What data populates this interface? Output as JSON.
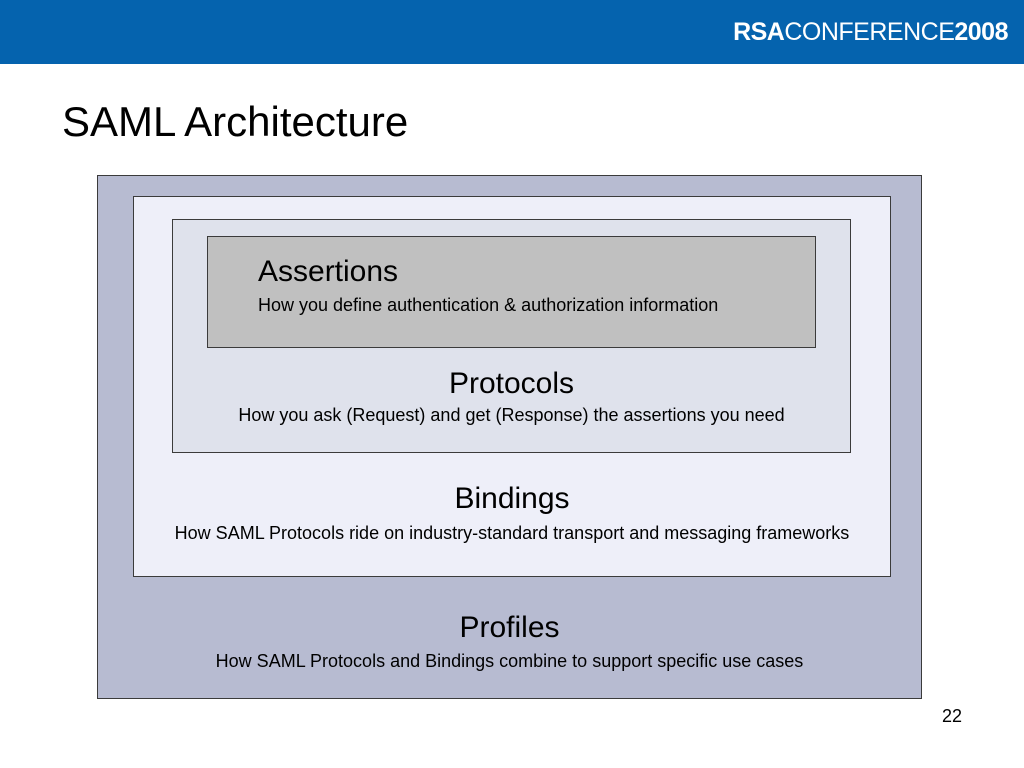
{
  "header": {
    "logo_rsa": "RSA",
    "logo_conference": "CONFERENCE",
    "logo_year": "2008"
  },
  "slide": {
    "title": "SAML Architecture",
    "page_number": "22"
  },
  "layers": {
    "profiles": {
      "title": "Profiles",
      "description": "How SAML Protocols and Bindings combine to support specific use cases"
    },
    "bindings": {
      "title": "Bindings",
      "description": "How SAML Protocols ride on industry-standard transport and messaging frameworks"
    },
    "protocols": {
      "title": "Protocols",
      "description": "How you ask (Request) and get (Response) the assertions you need"
    },
    "assertions": {
      "title": "Assertions",
      "description": "How you define authentication & authorization information"
    }
  },
  "colors": {
    "banner": "#0563ae",
    "profiles_fill": "#b7bbd1",
    "bindings_fill": "#eeeff9",
    "protocols_fill": "#dfe2ec",
    "assertions_fill": "#c0c0c0"
  }
}
